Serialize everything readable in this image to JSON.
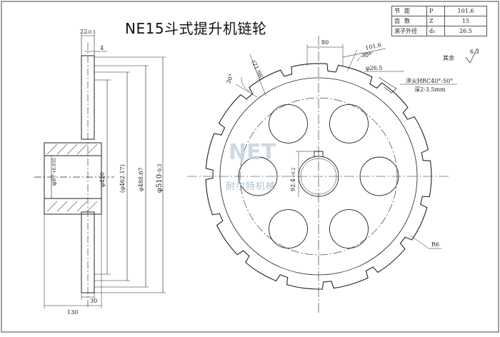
{
  "title": "NE15斗式提升机链轮",
  "spec_table": [
    {
      "label": "节距",
      "symbol": "P",
      "value": "101.6"
    },
    {
      "label": "齿数",
      "symbol": "Z",
      "value": "15"
    },
    {
      "label": "滚子外径",
      "symbol": "d₁",
      "value": "26.5"
    }
  ],
  "side_view": {
    "dim_top_hub": "22",
    "dim_top_hub_tol": "-0.3",
    "dim_web": "4",
    "dim_bore": "φ87",
    "dim_bore_tol": "+0.035",
    "dim_d1": "φ420",
    "dim_d2": "(φ462.17)",
    "dim_d3": "φ488.67",
    "dim_d4": "φ510",
    "dim_d4_tol": "-0.3",
    "dim_width": "130",
    "dim_rim": "30"
  },
  "front_view": {
    "dim_angle_left": "30°",
    "dim_chord": "(21.98)",
    "dim_tooth_gap": "80",
    "dim_pitch": "101.6",
    "dim_angle_right": "30°",
    "dim_roller": "φ26.5",
    "note_hardening": "淬火HRC40°-50°",
    "note_depth": "深2-3.5mm",
    "dim_keyway": "92.4",
    "dim_keyway_tol": "+0.2",
    "dim_radius": "R6",
    "roughness_other": "其余",
    "roughness_value": "6.3"
  },
  "watermark": {
    "logo": "NET",
    "text": "耐尔特机械"
  }
}
